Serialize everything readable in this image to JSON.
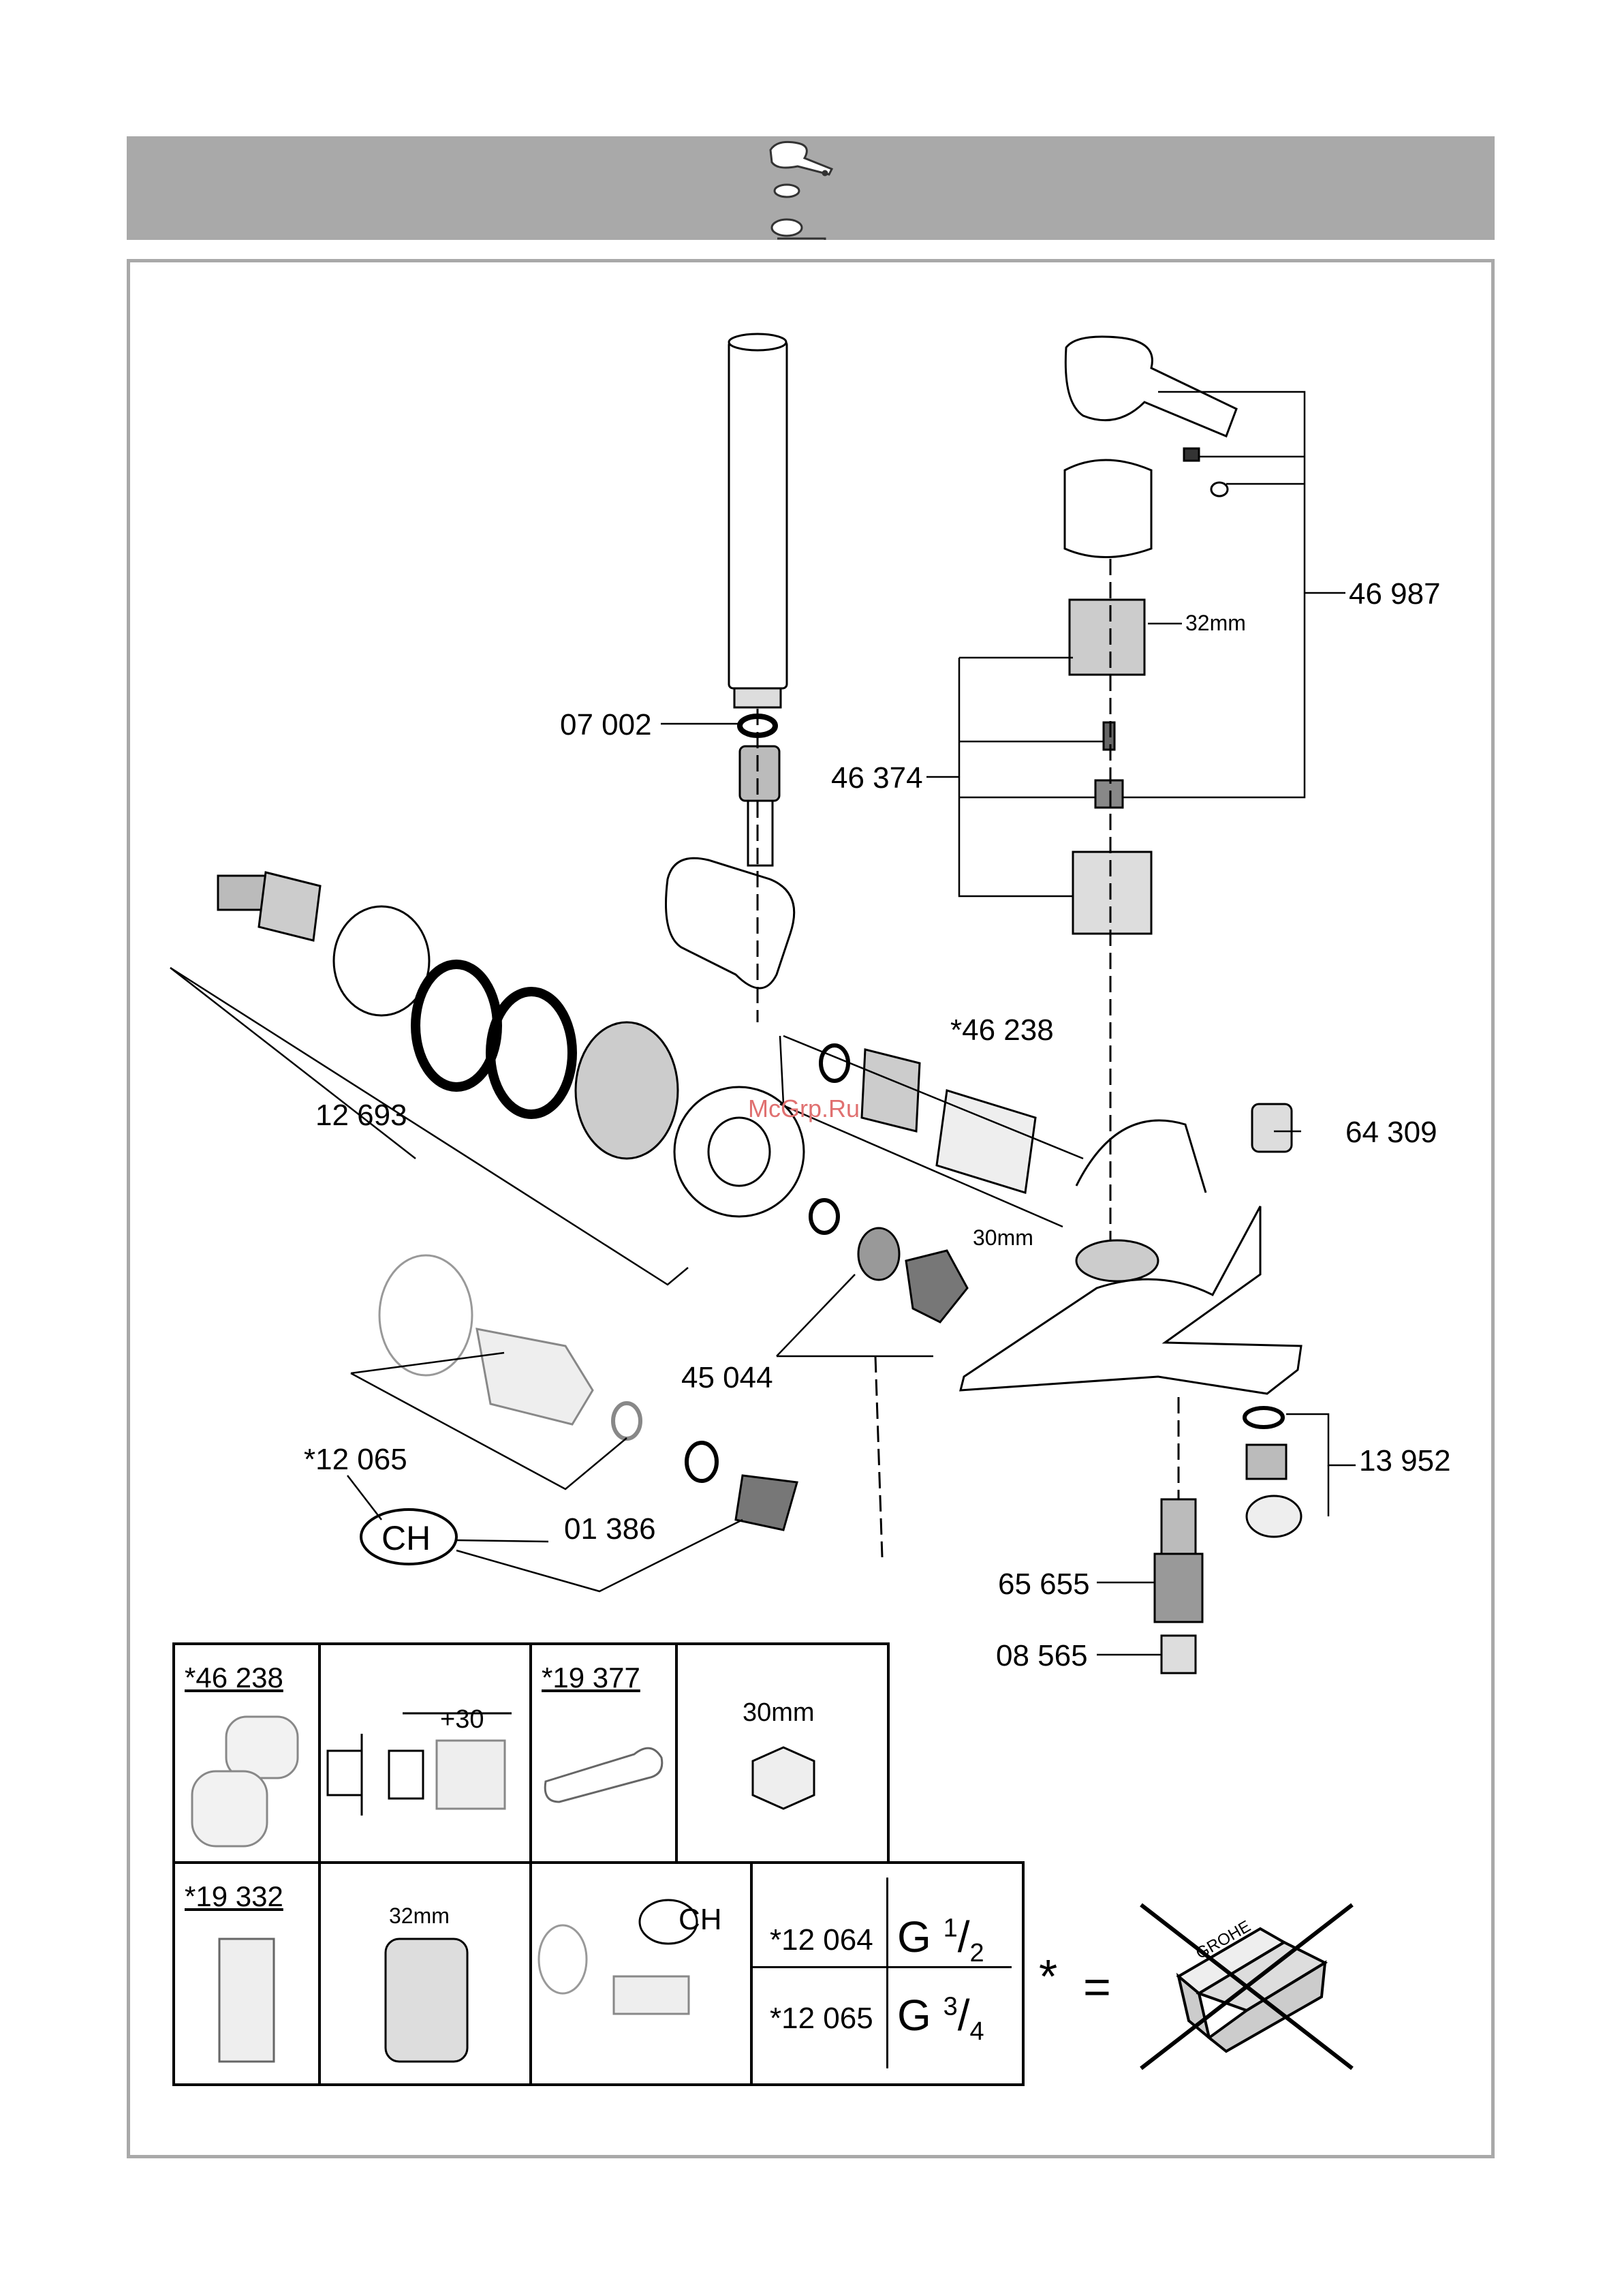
{
  "watermark": "McGrp.Ru",
  "parts": {
    "handshower_washer": "07 002",
    "cartridge_set": "46 374",
    "lever_set": "46 987",
    "headpart_size": "32mm",
    "wall_flange_set": "12 693",
    "extension_set": "*46 238",
    "cap": "64 309",
    "connector_set": "45 044",
    "nut_size": "30mm",
    "eccentric_set": "*12 065",
    "ch_label": "CH",
    "ch_washer": "01 386",
    "aerator_set": "13 952",
    "diverter": "65 655",
    "diverter_cap": "08 565"
  },
  "table": {
    "extension": "*46 238",
    "extension_dim": "+30",
    "wrench": "*19 377",
    "nut_size": "30mm",
    "tool": "*19 332",
    "headpart_size": "32mm",
    "ch_label": "CH",
    "eccentric_half": "*12 064",
    "thread_half": "G",
    "thread_half_num": "1",
    "thread_half_den": "2",
    "eccentric_three_quarter": "*12 065",
    "thread_three_quarter": "G",
    "thread_three_quarter_num": "3",
    "thread_three_quarter_den": "4"
  },
  "legend": {
    "asterisk": "*",
    "equals": "=",
    "brand": "GROHE"
  }
}
